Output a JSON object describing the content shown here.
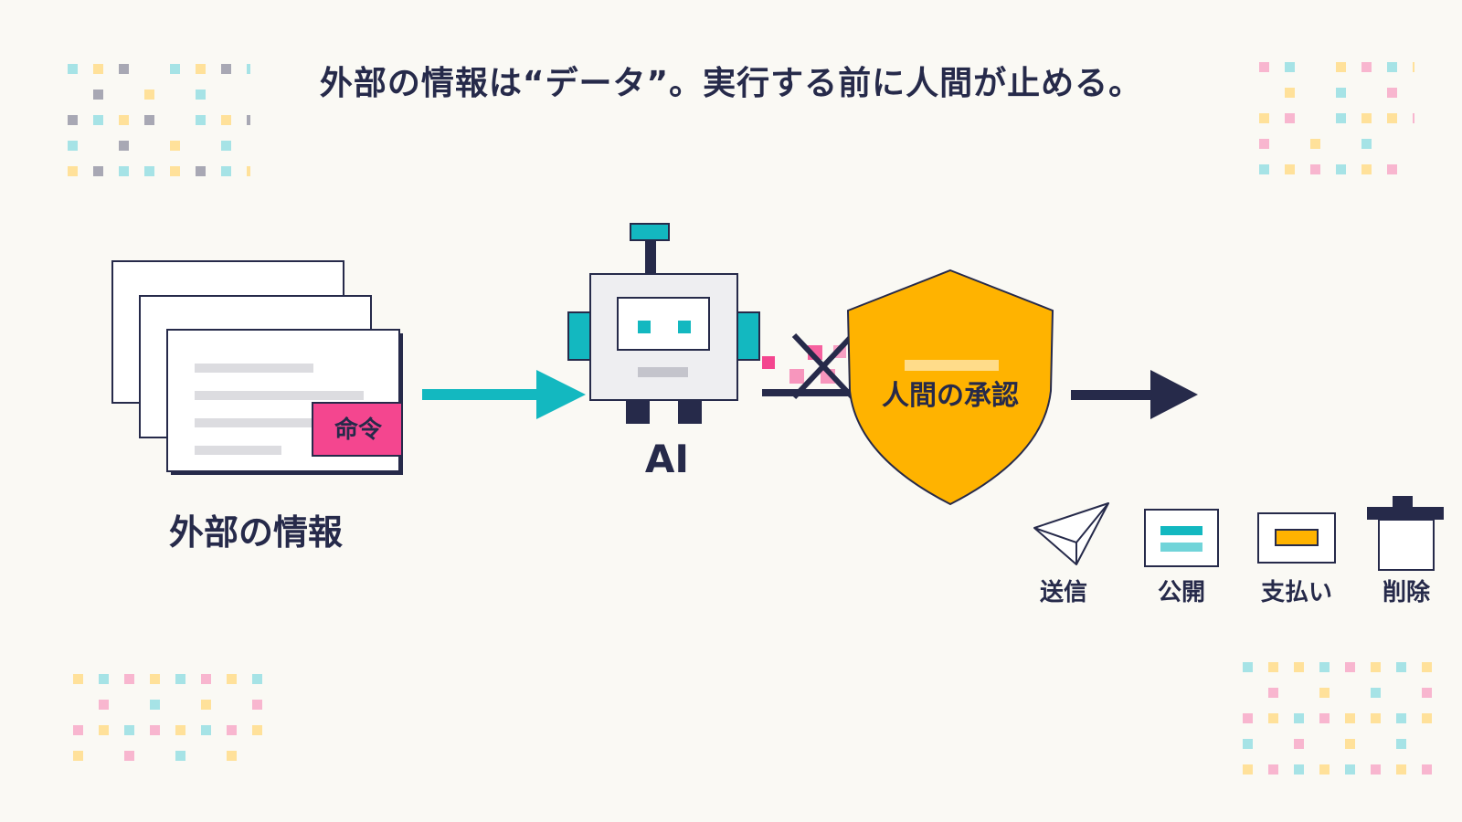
{
  "title": "外部の情報は“データ”。実行する前に人間が止める。",
  "nodes": {
    "external": "外部の情報",
    "command_tag": "命令",
    "ai": "AI",
    "approval": "人間の承認"
  },
  "actions": [
    {
      "label": "送信",
      "icon": "paper-plane-icon"
    },
    {
      "label": "公開",
      "icon": "document-publish-icon"
    },
    {
      "label": "支払い",
      "icon": "payment-card-icon"
    },
    {
      "label": "削除",
      "icon": "trash-icon"
    }
  ],
  "colors": {
    "navy": "#262a4a",
    "teal": "#13b8c0",
    "pink": "#f4468f",
    "amber": "#ffb300",
    "background": "#faf9f4"
  }
}
